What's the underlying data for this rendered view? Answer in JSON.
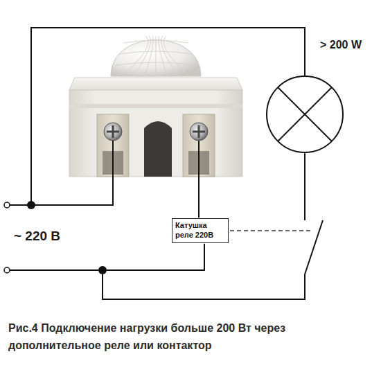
{
  "diagram": {
    "caption": "Рис.4 Подключение нагрузки больше 200 Вт через дополнительное реле или контактор",
    "nodes": [
      {
        "text": [
          "Катушка реле 220В"
        ]
      }
    ],
    "edges": [],
    "labels": [
      "> 200 W",
      "~ 220 В"
    ]
  }
}
